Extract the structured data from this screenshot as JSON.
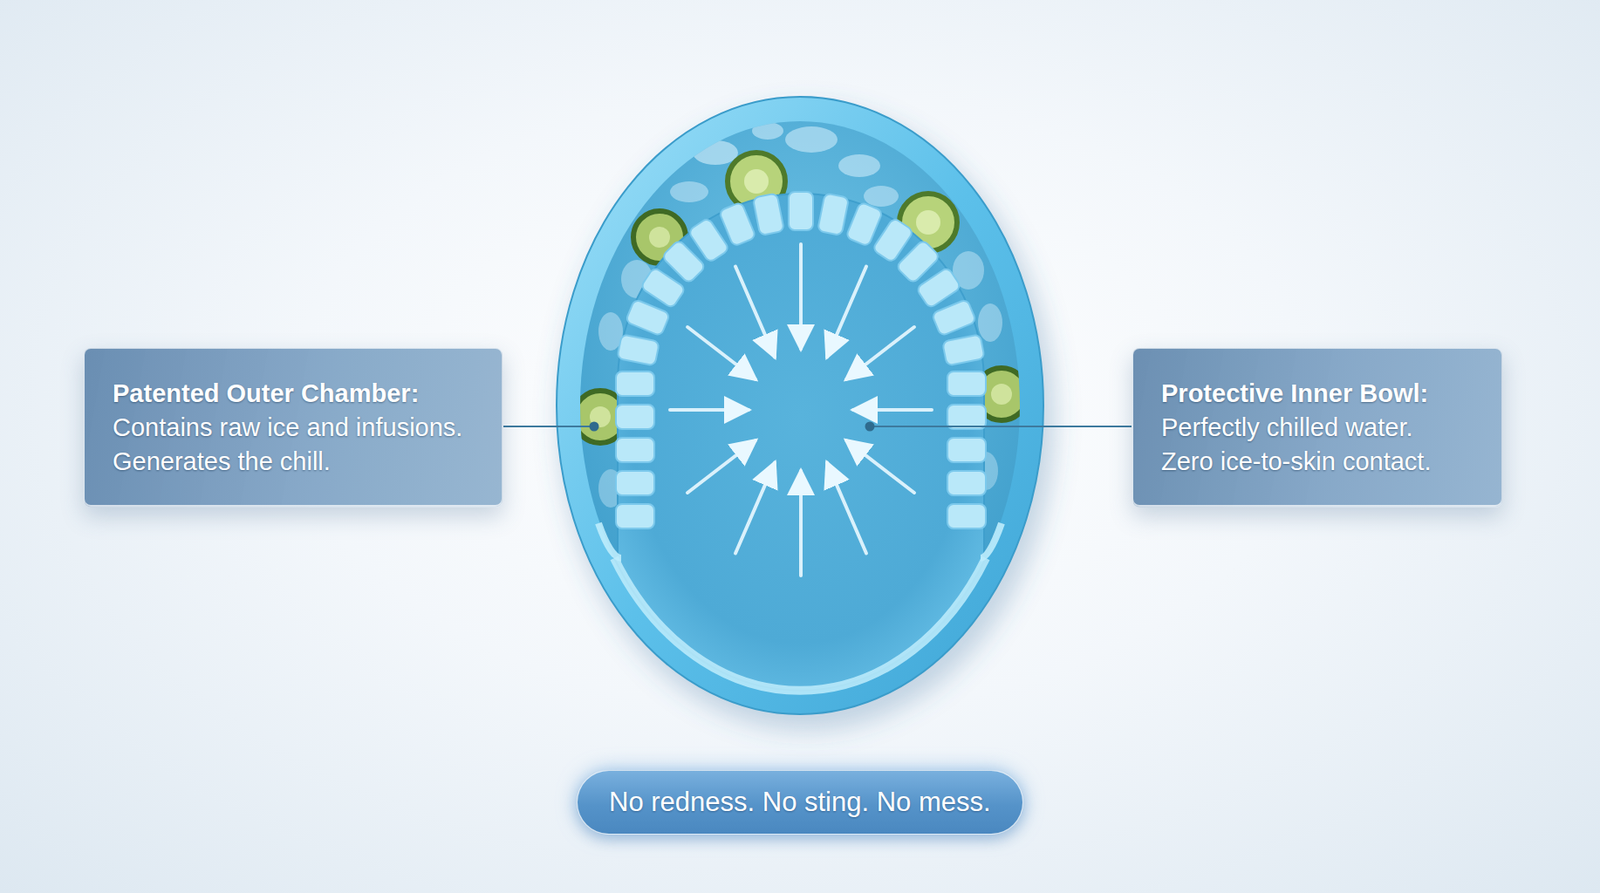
{
  "diagram": {
    "nodes": [
      {
        "text": [
          "Patented Outer Chamber:",
          "Contains raw ice and infusions. Generates the chill."
        ]
      },
      {
        "text": [
          "Protective Inner Bowl:",
          "Perfectly chilled water. Zero ice-to-skin contact."
        ]
      },
      {
        "text": [
          "No redness. No sting. No mess."
        ]
      }
    ]
  }
}
